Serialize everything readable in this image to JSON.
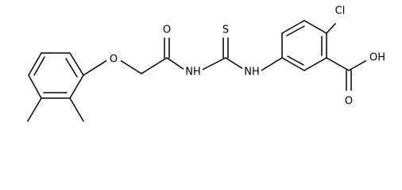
{
  "structure": {
    "atoms": {
      "cl": "Cl",
      "oh": "OH",
      "acid_o": "O",
      "s": "S",
      "nh_right": "NH",
      "nh_left": "NH",
      "amide_o": "O",
      "ether_o": "O"
    },
    "colors": {
      "bond": "#000000",
      "label": "#000000",
      "background": "#ffffff"
    }
  }
}
